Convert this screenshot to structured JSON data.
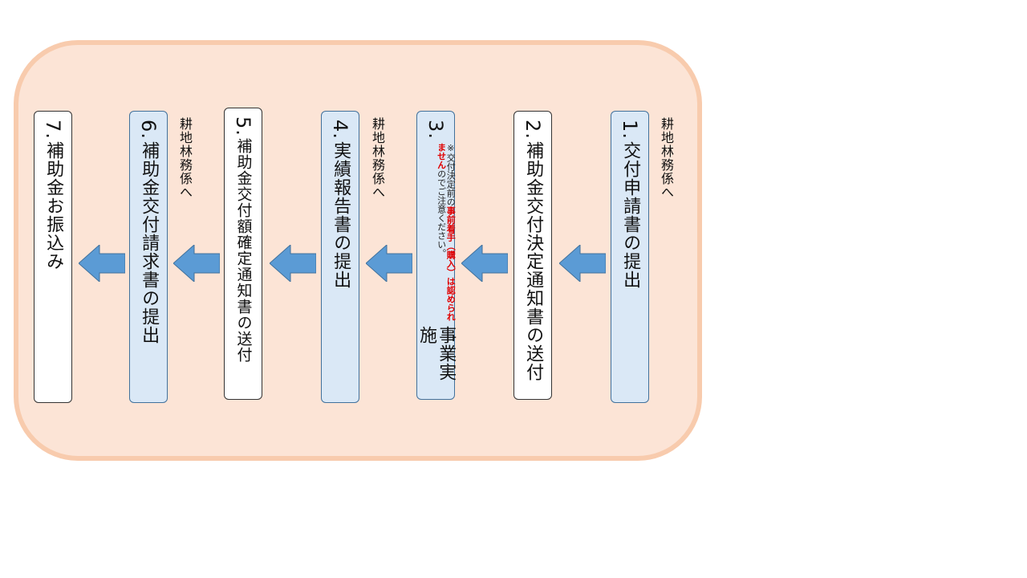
{
  "steps": [
    {
      "num": "1.",
      "label": "交付申請書の提出"
    },
    {
      "num": "2.",
      "label": "補助金交付決定通知書の送付"
    },
    {
      "num": "3.",
      "label": "事業実施",
      "note_a": "※交付決定前の",
      "note_b": "事前着手（購入）は認",
      "note_c": "められません",
      "note_d": "のでご注意ください。"
    },
    {
      "num": "4.",
      "label": "実績報告書の提出"
    },
    {
      "num": "5.",
      "label": "補助金交付額確定通知書の送付"
    },
    {
      "num": "6.",
      "label": "補助金交付請求書の提出"
    },
    {
      "num": "7.",
      "label": "補助金お振込み"
    }
  ],
  "notes": {
    "to_office_1": "耕地林務係へ",
    "to_office_4": "耕地林務係へ",
    "to_office_6": "耕地林務係へ"
  },
  "colors": {
    "panel_fill": "#fce4d6",
    "panel_border": "#f8cbad",
    "step_blue": "#dae8f6",
    "arrow": "#5b9bd5",
    "warning_text": "#e00000"
  }
}
